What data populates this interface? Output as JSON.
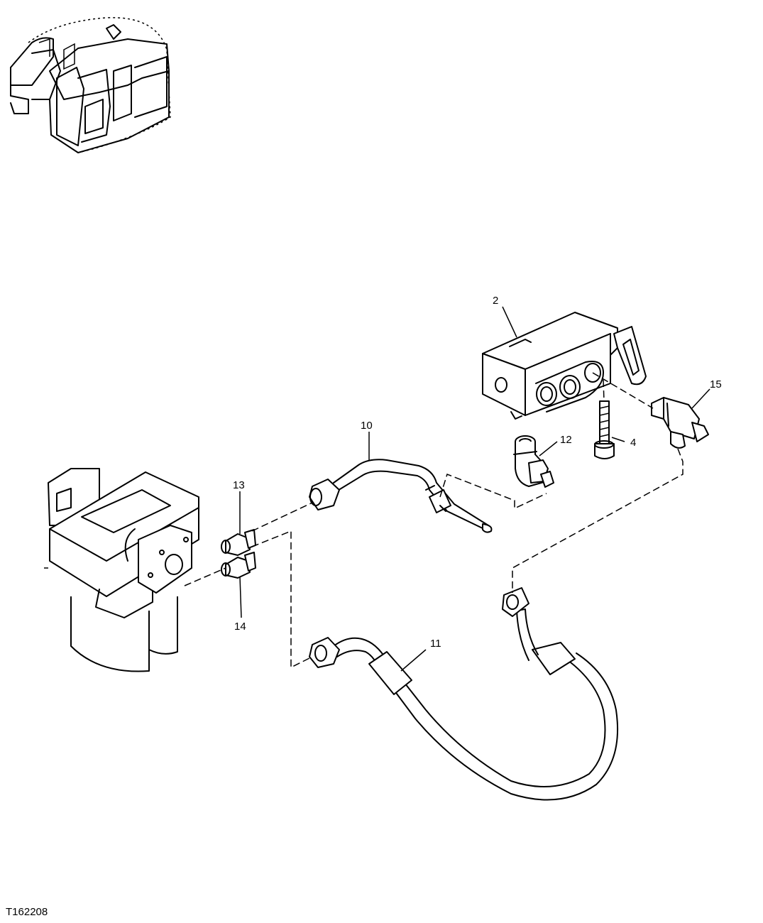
{
  "callouts": {
    "c2": "2",
    "c4": "4",
    "c10": "10",
    "c11": "11",
    "c12": "12",
    "c13": "13",
    "c14": "14",
    "c15": "15"
  },
  "figure_ref": "T162208"
}
